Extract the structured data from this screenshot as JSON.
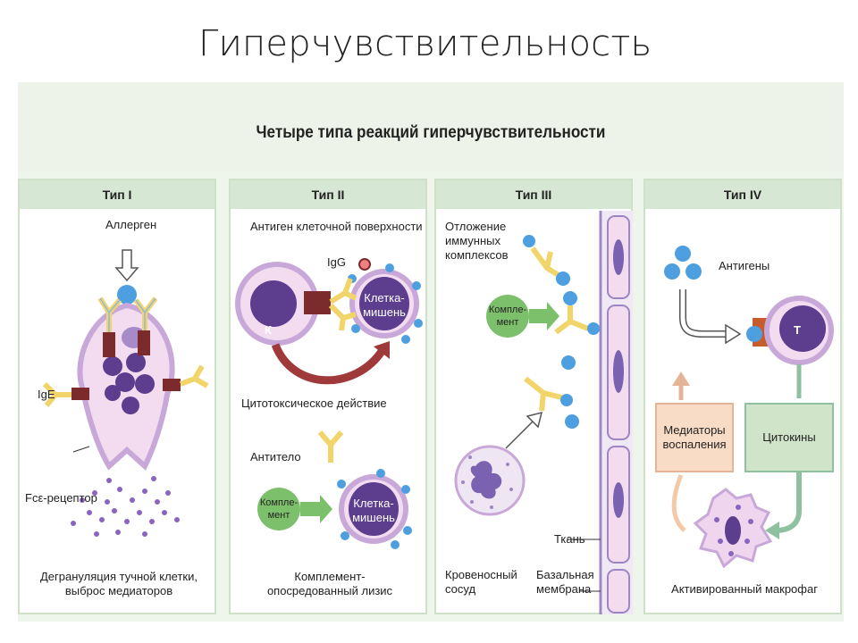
{
  "slide": {
    "title": "Гиперчувствительность"
  },
  "figure": {
    "title": "Четыре типа реакций гиперчувствительности",
    "colors": {
      "membrane": "#c8a8d8",
      "cell_fill": "#f3dcf0",
      "antibody": "#f1d56b",
      "nucleus": "#5c3d8e",
      "complement": "#7cc06b",
      "receptor": "#7b2b2b",
      "dot": "#4e9fe0"
    },
    "panels": [
      {
        "id": "type1",
        "header": "Тип I",
        "labels": {
          "allergen": "Аллерген",
          "ige": "IgE",
          "fc_receptor": "Fcε-рецептор",
          "caption_line1": "Дегрануляция тучной клетки,",
          "caption_line2": "выброс медиаторов"
        }
      },
      {
        "id": "type2",
        "header": "Тип II",
        "labels": {
          "surface_antigen": "Антиген клеточной поверхности",
          "igg": "IgG",
          "k_cell": "К",
          "target_line1": "Клетка-",
          "target_line2": "мишень",
          "cytotoxic": "Цитотоксическое действие",
          "antibody": "Антитело",
          "complement_line1": "Компле-",
          "complement_line2": "мент",
          "target2_line1": "Клетка-",
          "target2_line2": "мишень",
          "lysis_line1": "Комплемент-",
          "lysis_line2": "опосредованный лизис"
        }
      },
      {
        "id": "type3",
        "header": "Тип III",
        "labels": {
          "deposit_line1": "Отложение",
          "deposit_line2": "иммунных",
          "deposit_line3": "комплексов",
          "complement_line1": "Компле-",
          "complement_line2": "мент",
          "tissue": "Ткань",
          "vessel_line1": "Кровеносный",
          "vessel_line2": "сосуд",
          "basal_line1": "Базальная",
          "basal_line2": "мембрана"
        }
      },
      {
        "id": "type4",
        "header": "Тип IV",
        "labels": {
          "antigens": "Антигены",
          "t_cell": "Т",
          "mediators_line1": "Медиаторы",
          "mediators_line2": "воспаления",
          "cytokines": "Цитокины",
          "macrophage": "Активированный макрофаг"
        }
      }
    ]
  }
}
